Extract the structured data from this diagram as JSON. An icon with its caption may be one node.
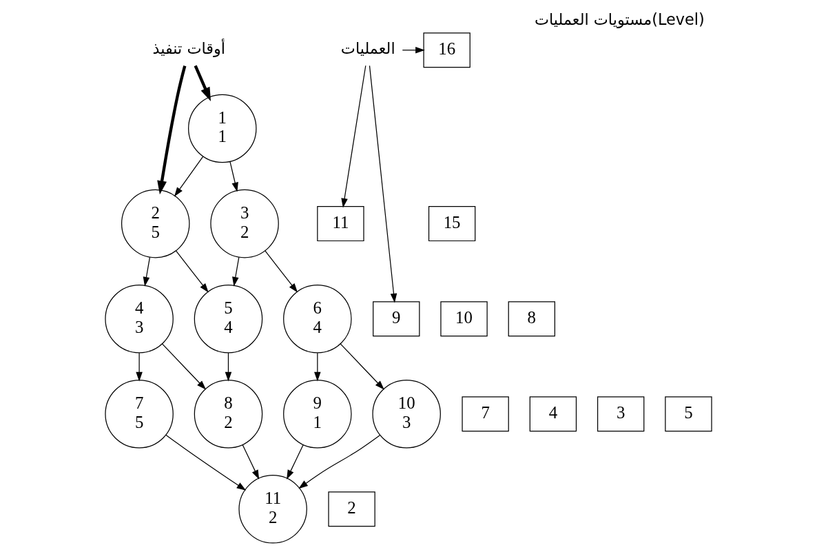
{
  "diagram": {
    "title": "مستويات العمليات(Level)",
    "nodes": [
      {
        "text": [
          "أوقات تنفيذ"
        ]
      },
      {
        "text": [
          "16"
        ]
      },
      {
        "text": [
          "العمليات"
        ]
      },
      {
        "text": [
          "1",
          "1"
        ]
      },
      {
        "text": [
          "15"
        ]
      },
      {
        "text": [
          "2",
          "5"
        ]
      },
      {
        "text": [
          "3",
          "2"
        ]
      },
      {
        "text": [
          "11"
        ]
      },
      {
        "text": [
          "10"
        ]
      },
      {
        "text": [
          "4",
          "3"
        ]
      },
      {
        "text": [
          "5",
          "4"
        ]
      },
      {
        "text": [
          "8"
        ]
      },
      {
        "text": [
          "6",
          "4"
        ]
      },
      {
        "text": [
          "9"
        ]
      },
      {
        "text": [
          "7"
        ]
      },
      {
        "text": [
          "7",
          "5"
        ]
      },
      {
        "text": [
          "8",
          "2"
        ]
      },
      {
        "text": [
          "4"
        ]
      },
      {
        "text": [
          "9",
          "1"
        ]
      },
      {
        "text": [
          "3"
        ]
      },
      {
        "text": [
          "10",
          "3"
        ]
      },
      {
        "text": [
          "5"
        ]
      },
      {
        "text": [
          "11",
          "2"
        ]
      },
      {
        "text": [
          "2"
        ]
      }
    ],
    "edges": [
      {
        "from": 3,
        "to": 5,
        "arrow": "to"
      },
      {
        "from": 3,
        "to": 6,
        "arrow": "to"
      },
      {
        "from": 5,
        "to": 9,
        "arrow": "to"
      },
      {
        "from": 5,
        "to": 10,
        "arrow": "to"
      },
      {
        "from": 6,
        "to": 10,
        "arrow": "to"
      },
      {
        "from": 6,
        "to": 12,
        "arrow": "to"
      },
      {
        "from": 9,
        "to": 15,
        "arrow": "to"
      },
      {
        "from": 9,
        "to": 16,
        "arrow": "to"
      },
      {
        "from": 10,
        "to": 16,
        "arrow": "to"
      },
      {
        "from": 12,
        "to": 18,
        "arrow": "to"
      },
      {
        "from": 12,
        "to": 20,
        "arrow": "to"
      },
      {
        "from": 15,
        "to": 22,
        "arrow": "to"
      },
      {
        "from": 16,
        "to": 22,
        "arrow": "to"
      },
      {
        "from": 18,
        "to": 22,
        "arrow": "to"
      },
      {
        "from": 20,
        "to": 22,
        "arrow": "to"
      },
      {
        "from": 0,
        "to": 3,
        "arrow": "to",
        "style": "thick"
      },
      {
        "from": 0,
        "to": 5,
        "arrow": "to",
        "style": "thick"
      },
      {
        "from": 2,
        "to": 1,
        "arrow": "to"
      },
      {
        "from": 2,
        "to": 7,
        "arrow": "to"
      },
      {
        "from": 2,
        "to": 13,
        "arrow": "to"
      }
    ]
  }
}
